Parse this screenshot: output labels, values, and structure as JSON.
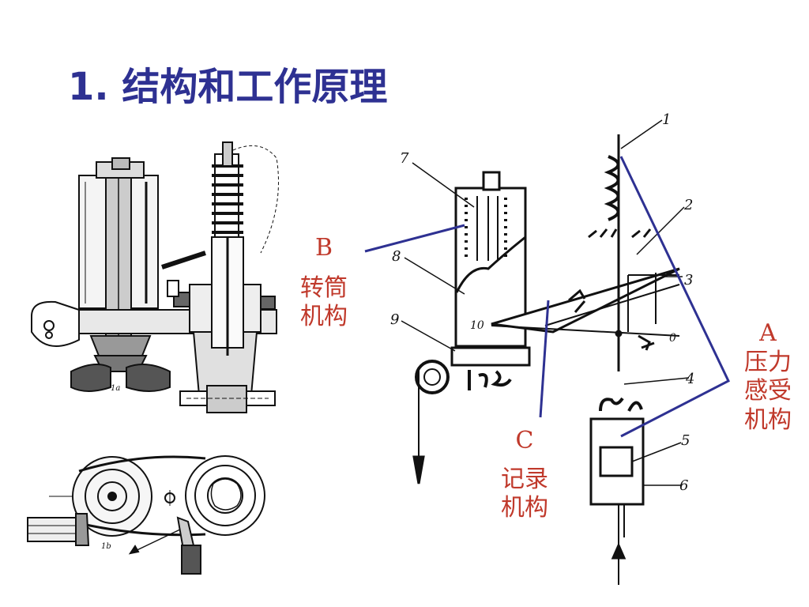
{
  "title": {
    "number": "1.",
    "text": "结构和工作原理"
  },
  "callouts": {
    "a": {
      "letter": "A",
      "line1": "压力",
      "line2": "感受",
      "line3": "机构"
    },
    "b": {
      "letter": "B",
      "line1": "转筒",
      "line2": "机构"
    },
    "c": {
      "letter": "C",
      "line1": "记录",
      "line2": "机构"
    }
  },
  "part_numbers": [
    "1",
    "2",
    "3",
    "4",
    "5",
    "6",
    "7",
    "8",
    "9",
    "10",
    "0"
  ],
  "figure_captions": {
    "top": "1a",
    "bottom": "1b"
  },
  "colors": {
    "title": "#2e3192",
    "callout_text": "#c0392b",
    "callout_line": "#2e3192",
    "drawing": "#111111"
  }
}
